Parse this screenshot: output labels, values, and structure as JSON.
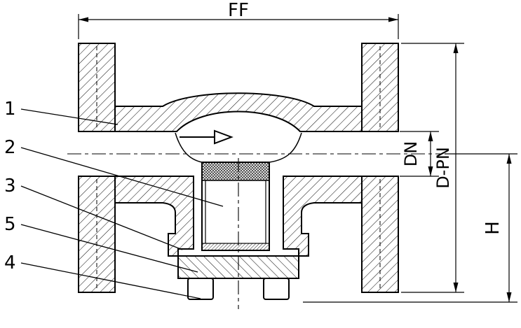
{
  "page": {
    "background_color": "#ffffff",
    "line_color": "#000000"
  },
  "drawing": {
    "kind": "flanged-check-valve-cross-section",
    "flow_direction_icon": "flow-arrow-right",
    "dimension_labels": {
      "ff": "FF",
      "dn": "DN",
      "d_pn": "D-PN",
      "h": "H"
    },
    "part_numbers": [
      "1",
      "2",
      "3",
      "5",
      "4"
    ]
  }
}
